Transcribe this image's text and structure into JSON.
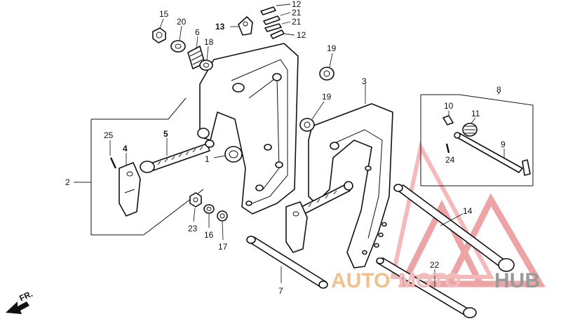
{
  "callouts": {
    "p1": "1",
    "p2": "2",
    "p3": "3",
    "p4": "4",
    "p5": "5",
    "p6": "6",
    "p7": "7",
    "p8": "8",
    "p9": "9",
    "p10": "10",
    "p11": "11",
    "p12a": "12",
    "p12b": "12",
    "p13": "13",
    "p14": "14",
    "p15": "15",
    "p16": "16",
    "p17": "17",
    "p18": "18",
    "p19a": "19",
    "p19b": "19",
    "p20": "20",
    "p21a": "21",
    "p21b": "21",
    "p22": "22",
    "p23": "23",
    "p24": "24",
    "p25": "25"
  },
  "direction_label": "FR.",
  "watermark": {
    "auto": "AUTO",
    "moto": "MOTO",
    "hub": "HUB"
  },
  "colors": {
    "line": "#111111",
    "watermark_red": "#e05a5a",
    "watermark_orange": "#f2a060",
    "watermark_gray": "#9a9a9a"
  }
}
